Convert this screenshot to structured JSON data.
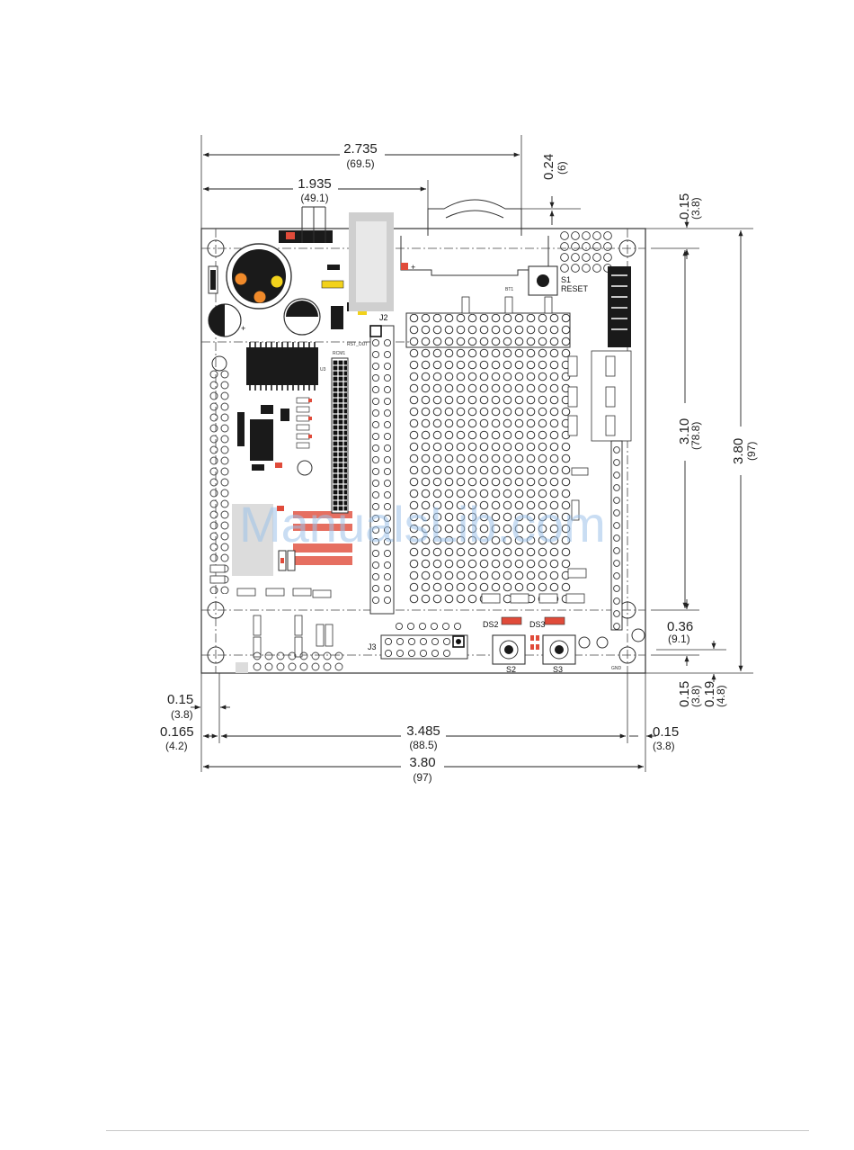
{
  "dimensions": {
    "overall_width_top": {
      "value": "2.735",
      "metric": "(69.5)"
    },
    "offset_width_top": {
      "value": "1.935",
      "metric": "(49.1)"
    },
    "top_right_gap": {
      "value": "0.24",
      "metric": "(6)"
    },
    "top_right_margin": {
      "value": "0.15",
      "metric": "(3.8)"
    },
    "hole_span_vertical": {
      "value": "3.10",
      "metric": "(78.8)"
    },
    "board_height": {
      "value": "3.80",
      "metric": "(97)"
    },
    "lower_offset": {
      "value": "0.36",
      "metric": "(9.1)"
    },
    "bottom_margin_a": {
      "value": "0.15",
      "metric": "(3.8)"
    },
    "bottom_margin_b": {
      "value": "0.19",
      "metric": "(4.8)"
    },
    "left_margin_a": {
      "value": "0.15",
      "metric": "(3.8)"
    },
    "left_margin_b": {
      "value": "0.165",
      "metric": "(4.2)"
    },
    "hole_span_horizontal": {
      "value": "3.485",
      "metric": "(88.5)"
    },
    "right_margin": {
      "value": "0.15",
      "metric": "(3.8)"
    },
    "board_width": {
      "value": "3.80",
      "metric": "(97)"
    }
  },
  "board_labels": {
    "s1": "S1",
    "reset": "RESET",
    "j2": "J2",
    "j3": "J3",
    "ds2": "DS2",
    "ds3": "DS3",
    "s2": "S2",
    "s3": "S3",
    "rcm1": "RCM1",
    "u3": "U3",
    "gnd": "GND",
    "bt1": "BT1",
    "rst_out": "RST_OUT",
    "plus": "+"
  },
  "watermark": "ManualsLib.com",
  "colors": {
    "outline": "#333333",
    "component": "#1a1a1a",
    "led_red": "#e04b3a",
    "cap_orange": "#f08a2a",
    "cap_yellow": "#f2d21b",
    "regulator_gray": "#cfcfcf"
  }
}
